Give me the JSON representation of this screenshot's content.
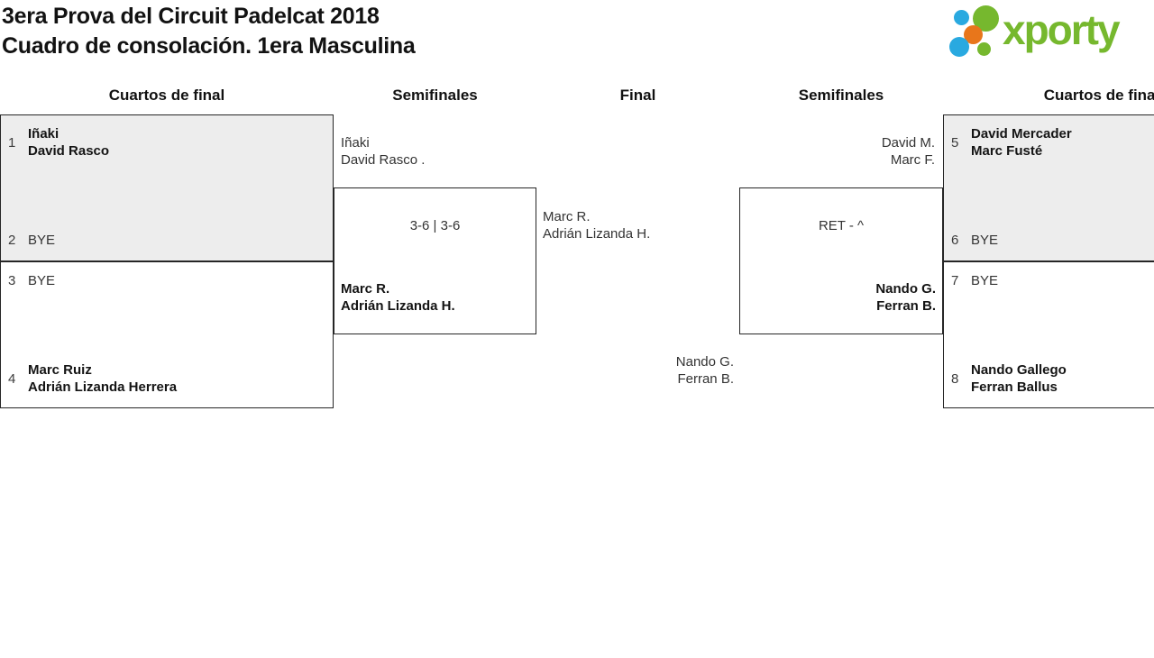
{
  "header": {
    "title_line1": "3era Prova del Circuit Padelcat 2018",
    "title_line2": "Cuadro de consolación. 1era Masculina",
    "logo_text": "xporty"
  },
  "colors": {
    "logo_green": "#76b82e",
    "logo_blue": "#29a9e0",
    "logo_orange": "#e8761b",
    "box_shaded_grey": "#ededed",
    "box_border": "#262626"
  },
  "columns": [
    {
      "label": "Cuartos de final"
    },
    {
      "label": "Semifinales"
    },
    {
      "label": "Final"
    },
    {
      "label": "Semifinales"
    },
    {
      "label": "Cuartos de final"
    }
  ],
  "bracket": {
    "quarterfinals_left": [
      {
        "slots": [
          {
            "seed": "1",
            "lines": [
              "Iñaki",
              "David Rasco"
            ]
          },
          {
            "seed": "2",
            "lines": [
              "BYE"
            ]
          }
        ]
      },
      {
        "slots": [
          {
            "seed": "3",
            "lines": [
              "BYE"
            ]
          },
          {
            "seed": "4",
            "lines": [
              "Marc Ruiz",
              "Adrián Lizanda Herrera"
            ]
          }
        ]
      }
    ],
    "semifinal_left": {
      "top_team": [
        "Iñaki",
        "David Rasco ."
      ],
      "score": "3-6 | 3-6",
      "winner_team": [
        "Marc R.",
        "Adrián Lizanda H."
      ]
    },
    "final": {
      "left_team": [
        "Marc R.",
        "Adrián Lizanda H."
      ],
      "right_team": [
        "Nando G.",
        "Ferran B."
      ]
    },
    "semifinal_right": {
      "top_team": [
        "David M.",
        "Marc F."
      ],
      "score": "RET - ^",
      "winner_team": [
        "Nando G.",
        "Ferran B."
      ]
    },
    "quarterfinals_right": [
      {
        "slots": [
          {
            "seed": "5",
            "lines": [
              "David Mercader",
              "Marc Fusté"
            ]
          },
          {
            "seed": "6",
            "lines": [
              "BYE"
            ]
          }
        ]
      },
      {
        "slots": [
          {
            "seed": "7",
            "lines": [
              "BYE"
            ]
          },
          {
            "seed": "8",
            "lines": [
              "Nando Gallego",
              "Ferran Ballus"
            ]
          }
        ]
      }
    ]
  }
}
